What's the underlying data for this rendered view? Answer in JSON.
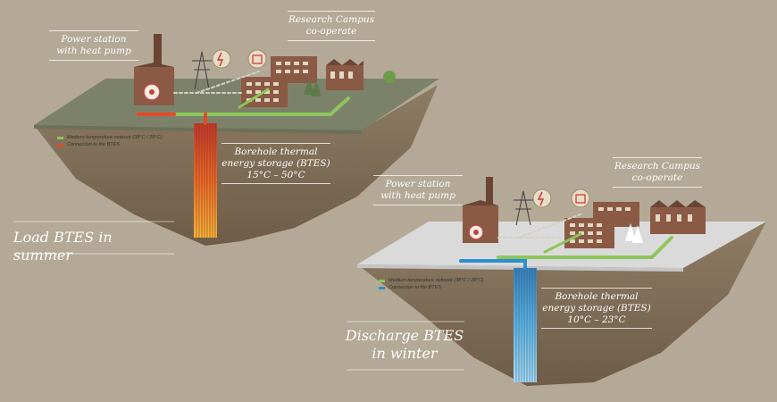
{
  "colors": {
    "background": "#b4a996",
    "summer_ground": "#7c826a",
    "winter_ground": "#dadada",
    "soil": "#8d7a62",
    "building": "#8a5a44",
    "medium_network": "#8cc65a",
    "btes_connection_summer": "#e04a2a",
    "btes_connection_winter": "#2b8ecf",
    "return_line": "#c9c4b8"
  },
  "summer": {
    "power_station": "Power station\nwith heat pump",
    "research_campus": "Research Campus\nco-operate",
    "btes": "Borehole thermal\nenergy storage (BTES)\n15°C – 50°C",
    "title": "Load BTES in summer",
    "legend": {
      "network": "Medium-temperature network (38°C / 28°C)",
      "connection": "Connection to the BTES"
    },
    "icons": [
      "power-pylon-icon",
      "heat-pump-icon"
    ]
  },
  "winter": {
    "power_station": "Power station\nwith heat pump",
    "research_campus": "Research Campus\nco-operate",
    "btes": "Borehole thermal\nenergy storage (BTES)\n10°C – 23°C",
    "title": "Discharge BTES\nin winter",
    "legend": {
      "network": "Medium-temperature network (38°C / 28°C)",
      "connection": "Connection to the BTES"
    },
    "icons": [
      "power-pylon-icon",
      "heat-pump-icon"
    ]
  }
}
